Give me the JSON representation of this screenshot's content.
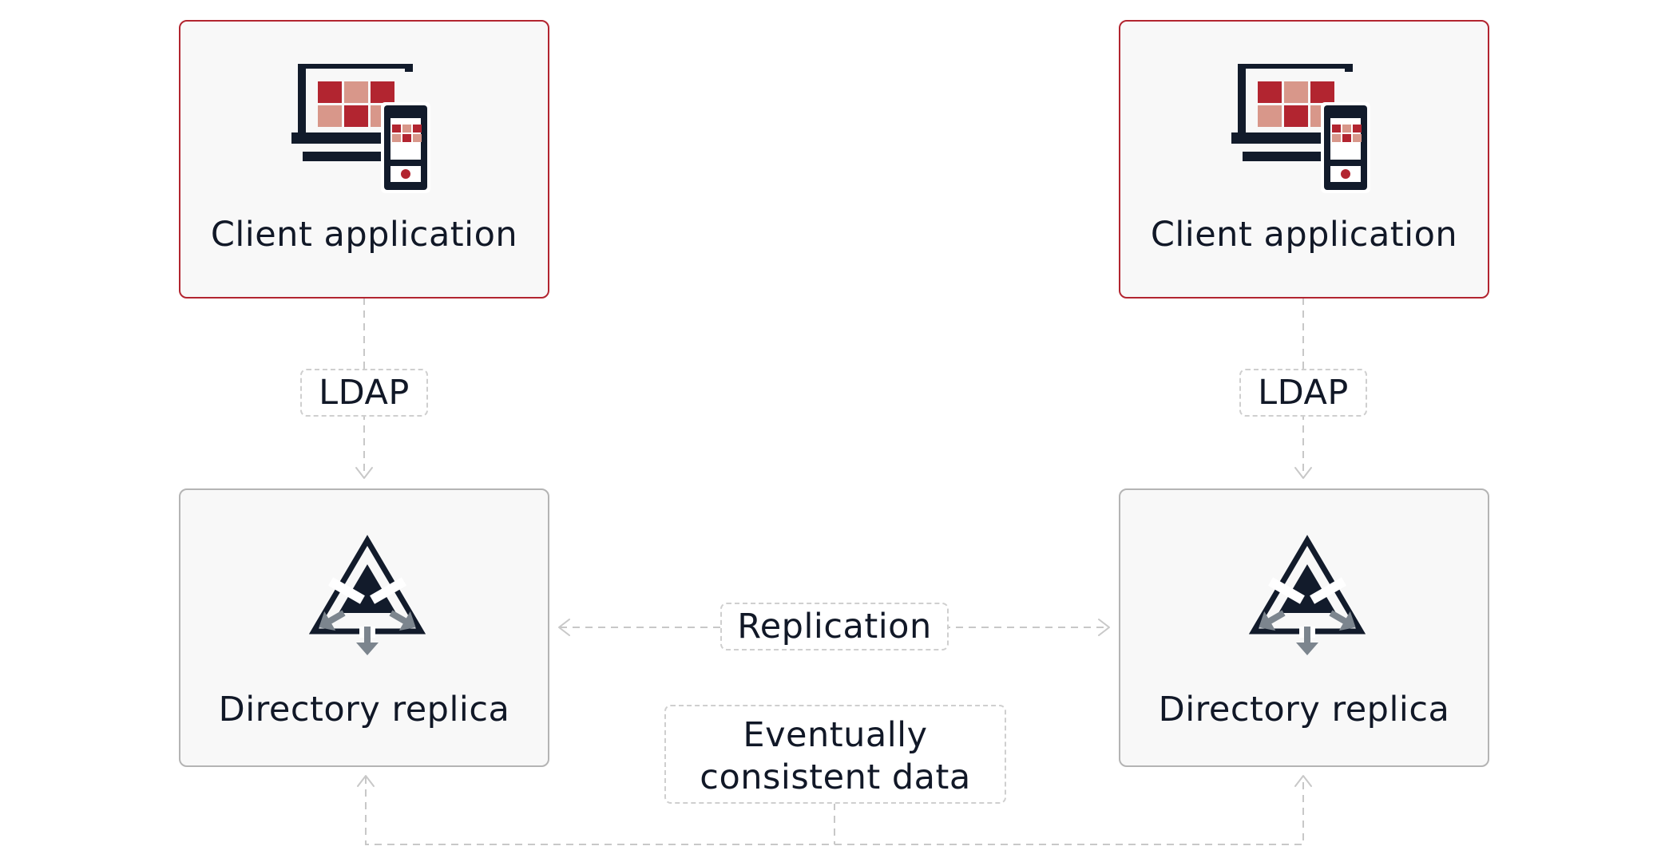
{
  "diagram": {
    "client_left": {
      "label": "Client application",
      "icon": "devices-icon"
    },
    "client_right": {
      "label": "Client application",
      "icon": "devices-icon"
    },
    "replica_left": {
      "label": "Directory replica",
      "icon": "replica-triangle-icon"
    },
    "replica_right": {
      "label": "Directory replica",
      "icon": "replica-triangle-icon"
    },
    "ldap_left_label": "LDAP",
    "ldap_right_label": "LDAP",
    "replication_label": "Replication",
    "consistency_label_line1": "Eventually",
    "consistency_label_line2": "consistent data"
  },
  "colors": {
    "client_border": "#b22530",
    "replica_border": "#b4b4b4",
    "icon_dark": "#121b2b",
    "accent_red": "#b22530",
    "accent_pink": "#d8978a",
    "icon_gray": "#7c858e",
    "connector": "#c8c8c8"
  }
}
